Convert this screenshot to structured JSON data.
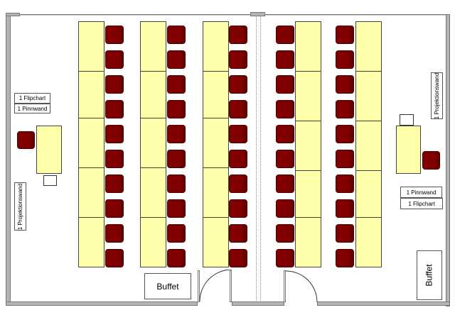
{
  "labels": {
    "flipchart": "1 Flipchart",
    "pinnwand": "1 Pinnwand",
    "projektionswand": "1 Projektionswand",
    "buffet": "Buffet"
  },
  "colors": {
    "table": "#ffffaa",
    "chair": "#800000",
    "wall": "#b4b4b4"
  },
  "rooms": [
    {
      "name": "left-room",
      "table_columns": 3,
      "tables_per_column": 5,
      "chairs_per_column": 10
    },
    {
      "name": "right-room",
      "table_columns": 2,
      "tables_per_column": 5,
      "chairs_per_column": 10
    }
  ]
}
